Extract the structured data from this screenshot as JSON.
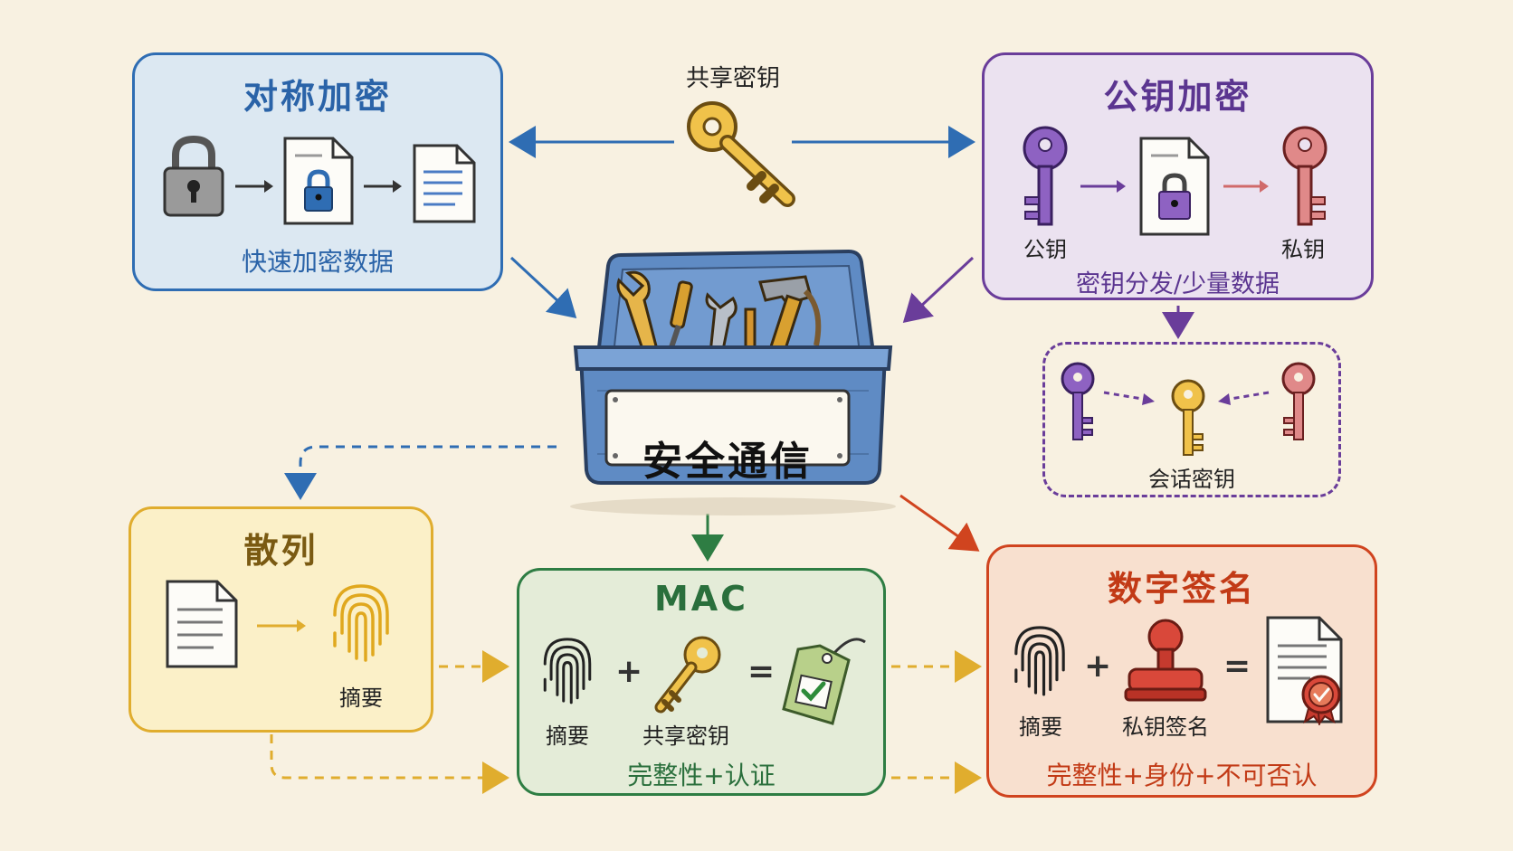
{
  "top_label": "共享密钥",
  "center_label": "安全通信",
  "symmetric": {
    "title": "对称加密",
    "caption": "快速加密数据"
  },
  "public_key": {
    "title": "公钥加密",
    "public_label": "公钥",
    "private_label": "私钥",
    "caption": "密钥分发/少量数据"
  },
  "session": {
    "caption": "会话密钥"
  },
  "hash": {
    "title": "散列",
    "digest_label": "摘要"
  },
  "mac": {
    "title": "MAC",
    "digest_label": "摘要",
    "key_label": "共享密钥",
    "plus": "+",
    "equals": "=",
    "caption": "完整性+认证"
  },
  "signature": {
    "title": "数字签名",
    "digest_label": "摘要",
    "sign_label": "私钥签名",
    "plus": "+",
    "equals": "=",
    "caption": "完整性+身份+不可否认"
  },
  "colors": {
    "blue": "#2f6db3",
    "purple": "#6a3d9a",
    "yellow": "#e0ad2e",
    "green": "#2e7d43",
    "red": "#d0441f"
  }
}
